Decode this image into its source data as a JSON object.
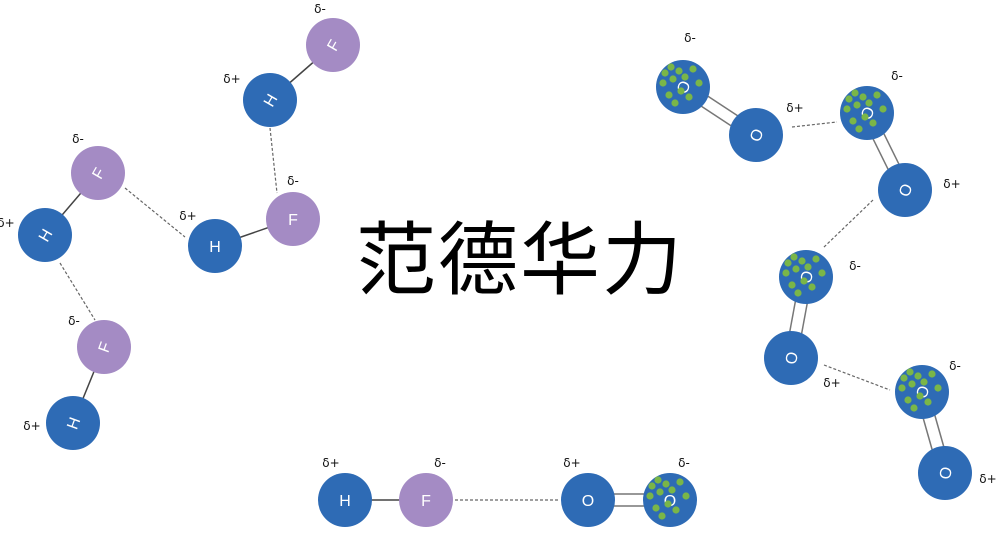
{
  "title": "范德华力",
  "colors": {
    "hydrogen": "#2e6bb5",
    "fluorine": "#a48bc4",
    "oxygen": "#2e6bb5",
    "electron": "#7ab648",
    "bond": "#555555",
    "text": "#ffffff"
  },
  "molecules": [
    {
      "name": "HF",
      "bond": "single",
      "atoms": [
        {
          "symbol": "H",
          "charge": "δ+"
        },
        {
          "symbol": "F",
          "charge": "δ-"
        }
      ]
    },
    {
      "name": "HF",
      "bond": "single",
      "atoms": [
        {
          "symbol": "H",
          "charge": "δ+"
        },
        {
          "symbol": "F",
          "charge": "δ-"
        }
      ]
    },
    {
      "name": "HF",
      "bond": "single",
      "atoms": [
        {
          "symbol": "H",
          "charge": "δ+"
        },
        {
          "symbol": "F",
          "charge": "δ-"
        }
      ]
    },
    {
      "name": "HF",
      "bond": "single",
      "atoms": [
        {
          "symbol": "H",
          "charge": "δ+"
        },
        {
          "symbol": "F",
          "charge": "δ-"
        }
      ]
    },
    {
      "name": "HF",
      "bond": "single",
      "atoms": [
        {
          "symbol": "H",
          "charge": "δ+"
        },
        {
          "symbol": "F",
          "charge": "δ-"
        }
      ]
    },
    {
      "name": "O2",
      "bond": "double",
      "atoms": [
        {
          "symbol": "O",
          "charge": "δ+"
        },
        {
          "symbol": "O",
          "charge": "δ-"
        }
      ]
    },
    {
      "name": "O2",
      "bond": "double",
      "atoms": [
        {
          "symbol": "O",
          "charge": "δ-"
        },
        {
          "symbol": "O",
          "charge": "δ+"
        }
      ]
    },
    {
      "name": "O2",
      "bond": "double",
      "atoms": [
        {
          "symbol": "O",
          "charge": "δ-"
        },
        {
          "symbol": "O",
          "charge": "δ+"
        }
      ]
    },
    {
      "name": "O2",
      "bond": "double",
      "atoms": [
        {
          "symbol": "O",
          "charge": "δ-"
        },
        {
          "symbol": "O",
          "charge": "δ+"
        }
      ]
    },
    {
      "name": "O2",
      "bond": "double",
      "atoms": [
        {
          "symbol": "O",
          "charge": "δ-"
        },
        {
          "symbol": "O",
          "charge": "δ+"
        }
      ]
    }
  ]
}
